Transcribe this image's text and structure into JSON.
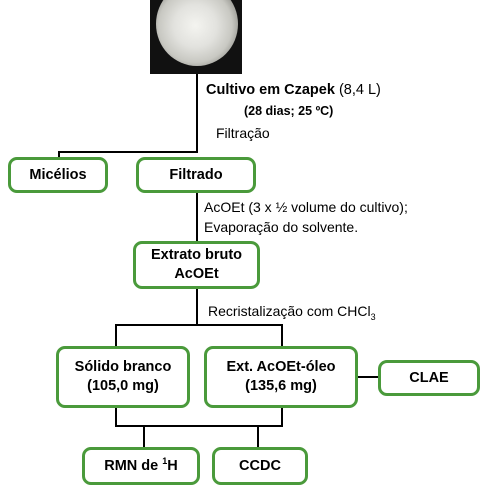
{
  "culture_image": {
    "icon": "petri-dish-photo"
  },
  "cultivation": {
    "title": "Cultivo em Czapek",
    "volume": "(8,4 L)",
    "conditions": "(28 dias;  25 ºC)",
    "step": "Filtração"
  },
  "nodes": {
    "micelios": "Micélios",
    "filtrado": "Filtrado",
    "extrato_line1": "Extrato bruto",
    "extrato_line2": "AcOEt",
    "solido_line1": "Sólido branco",
    "solido_line2": "(105,0 mg)",
    "oleo_line1": "Ext. AcOEt-óleo",
    "oleo_line2": "(135,6 mg)",
    "clae": "CLAE",
    "rmn_prefix": "RMN de ",
    "rmn_sup": "1",
    "rmn_suffix": "H",
    "ccdc": "CCDC"
  },
  "steps": {
    "extraction_line1": "AcOEt (3 x ½ volume do cultivo);",
    "extraction_line2": "Evaporação do solvente.",
    "recrystallization_prefix": "Recristalização com CHCl",
    "recrystallization_sub": "3"
  },
  "colors": {
    "box_border": "#4a9a3b",
    "connector": "#000000"
  }
}
